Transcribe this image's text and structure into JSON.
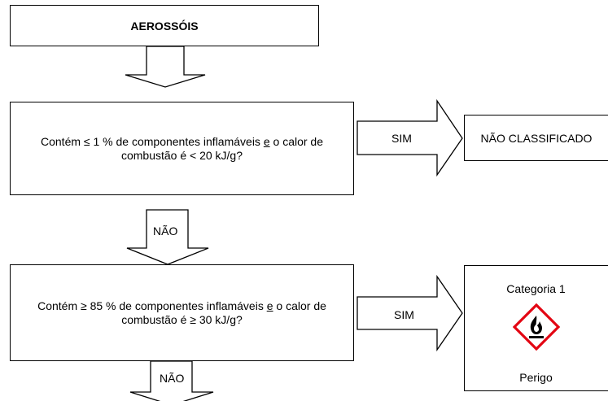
{
  "title_box": {
    "text": "AEROSSÓIS"
  },
  "question_1": {
    "before": "Contém ≤ 1 % de componentes inflamáveis ",
    "underlined": "e",
    "after": " o calor de combustão é < 20 kJ/g?"
  },
  "question_2": {
    "before": "Contém ≥ 85 % de componentes inflamáveis ",
    "underlined": "e",
    "after": " o calor de combustão é ≥ 30 kJ/g?"
  },
  "arrows": {
    "yes_1": "SIM",
    "no_1": "NÃO",
    "yes_2": "SIM",
    "no_2": "NÃO"
  },
  "result_1": {
    "text": "NÃO CLASSIFICADO"
  },
  "result_2": {
    "category": "Categoria 1",
    "signal_word": "Perigo",
    "pictogram": "flame-pictogram"
  },
  "colors": {
    "line": "#000000",
    "pictogram_border": "#e30613",
    "background": "#ffffff"
  }
}
